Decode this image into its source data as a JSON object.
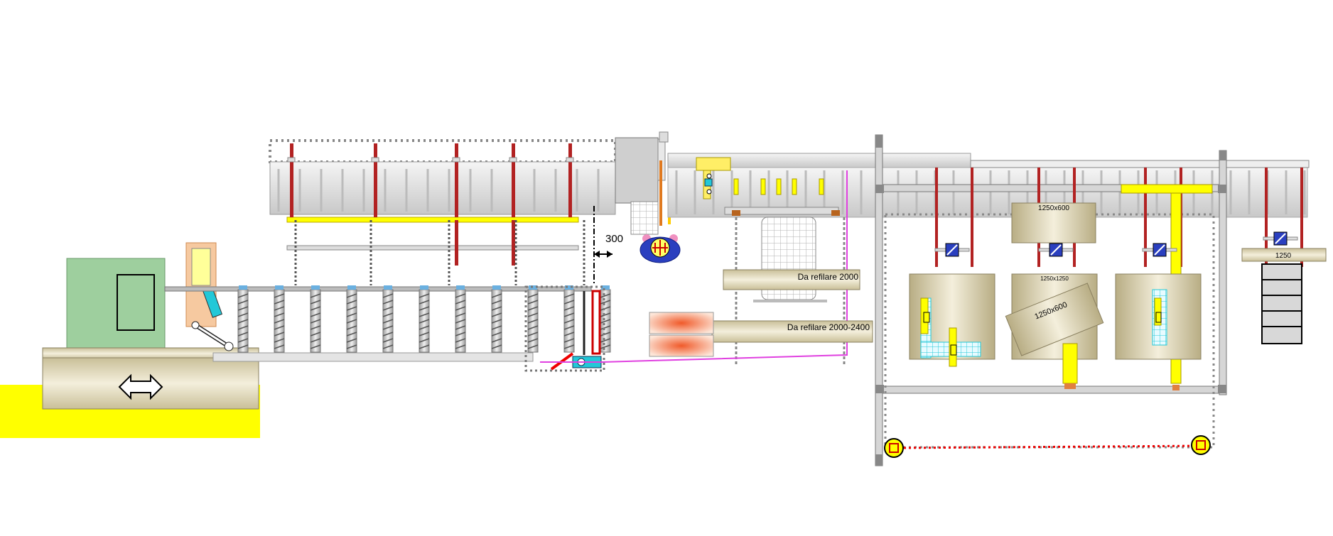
{
  "labels": {
    "dimension_300": "300",
    "refilare_2000": "Da refilare 2000",
    "refilare_2000_2400": "Da refilare 2000-2400",
    "sheet_1250x600_top": "1250x600",
    "sheet_1250x1250": "1250x1250",
    "sheet_1250x600_rotated": "1250x600",
    "station_1250": "1250"
  },
  "icons": {
    "operator": "operator-icon",
    "double_arrow": "double-arrow-icon",
    "safety_post": "safety-post-icon"
  },
  "colors": {
    "yellow": "#ffff00",
    "machine_green": "#9ecf9e",
    "magenta_line": "#e040e0",
    "red_post": "#b22222",
    "beige": "#d8cfa8",
    "grey": "#9a9a9a",
    "cyan": "#22c8d8",
    "blue": "#2a3fbf",
    "salmon": "#f6b08a"
  }
}
